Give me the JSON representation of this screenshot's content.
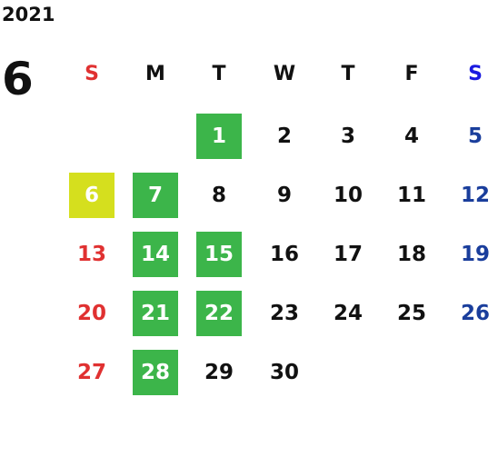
{
  "year": "2021",
  "month": "6",
  "weekdays": [
    "S",
    "M",
    "T",
    "W",
    "T",
    "F",
    "S"
  ],
  "colors": {
    "sunday": "#e03131",
    "saturday": "#1a3e9c",
    "saturday_header": "#1a1ae0",
    "highlight_green": "#3cb54a",
    "highlight_yellow": "#d5df1e"
  },
  "weeks": [
    [
      {
        "day": "",
        "hl": ""
      },
      {
        "day": "",
        "hl": ""
      },
      {
        "day": "1",
        "hl": "green"
      },
      {
        "day": "2",
        "hl": ""
      },
      {
        "day": "3",
        "hl": ""
      },
      {
        "day": "4",
        "hl": ""
      },
      {
        "day": "5",
        "hl": ""
      }
    ],
    [
      {
        "day": "6",
        "hl": "yellow"
      },
      {
        "day": "7",
        "hl": "green"
      },
      {
        "day": "8",
        "hl": ""
      },
      {
        "day": "9",
        "hl": ""
      },
      {
        "day": "10",
        "hl": ""
      },
      {
        "day": "11",
        "hl": ""
      },
      {
        "day": "12",
        "hl": ""
      }
    ],
    [
      {
        "day": "13",
        "hl": ""
      },
      {
        "day": "14",
        "hl": "green"
      },
      {
        "day": "15",
        "hl": "green"
      },
      {
        "day": "16",
        "hl": ""
      },
      {
        "day": "17",
        "hl": ""
      },
      {
        "day": "18",
        "hl": ""
      },
      {
        "day": "19",
        "hl": ""
      }
    ],
    [
      {
        "day": "20",
        "hl": ""
      },
      {
        "day": "21",
        "hl": "green"
      },
      {
        "day": "22",
        "hl": "green"
      },
      {
        "day": "23",
        "hl": ""
      },
      {
        "day": "24",
        "hl": ""
      },
      {
        "day": "25",
        "hl": ""
      },
      {
        "day": "26",
        "hl": ""
      }
    ],
    [
      {
        "day": "27",
        "hl": ""
      },
      {
        "day": "28",
        "hl": "green"
      },
      {
        "day": "29",
        "hl": ""
      },
      {
        "day": "30",
        "hl": ""
      },
      {
        "day": "",
        "hl": ""
      },
      {
        "day": "",
        "hl": ""
      },
      {
        "day": "",
        "hl": ""
      }
    ]
  ]
}
